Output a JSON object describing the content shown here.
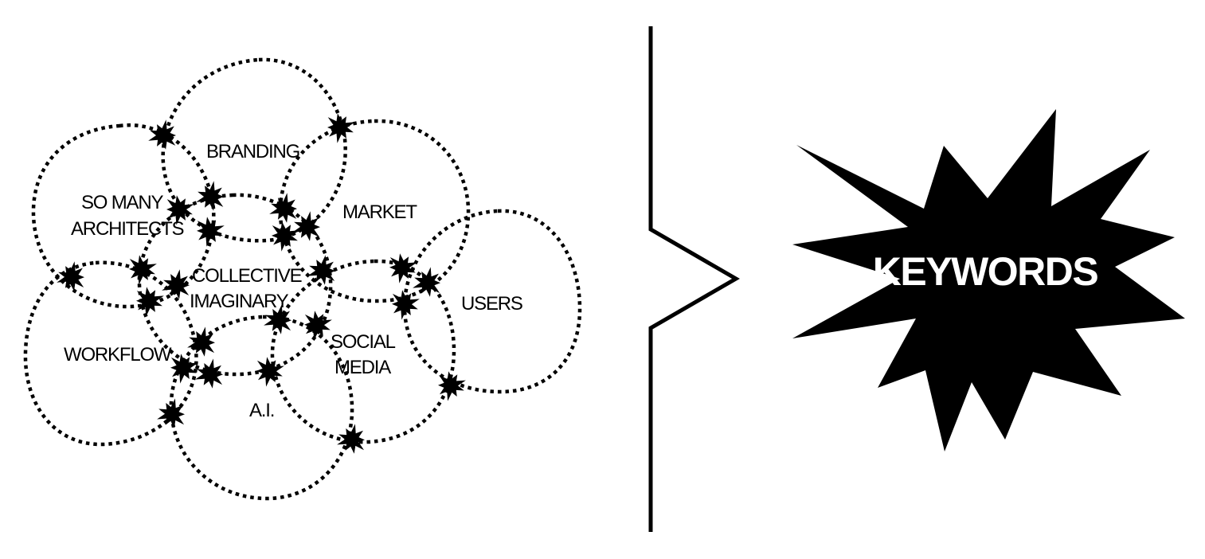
{
  "venn": {
    "labels": {
      "branding": "BRANDING",
      "so_many_1": "SO MANY",
      "so_many_2": "ARCHITECTS",
      "market": "MARKET",
      "collective_1": "COLLECTIVE",
      "collective_2": "IMAGINARY",
      "users": "USERS",
      "social_1": "SOCIAL",
      "social_2": "MEDIA",
      "workflow": "WORKFLOW",
      "ai": "A.I."
    }
  },
  "result": {
    "keyword": "KEYWORDS"
  },
  "colors": {
    "ink": "#000000",
    "background": "#ffffff",
    "keyword_text": "#ffffff"
  }
}
